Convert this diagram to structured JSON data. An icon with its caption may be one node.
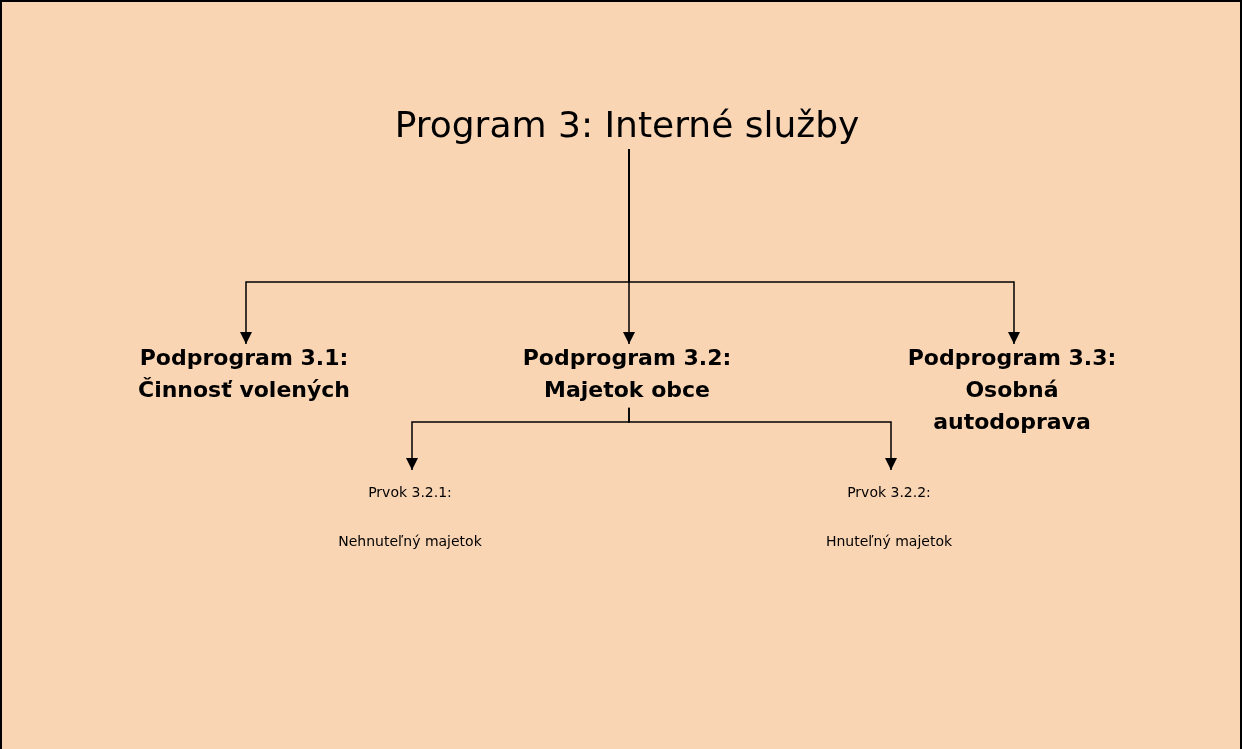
{
  "diagram": {
    "nodes": [
      {
        "text": [
          "Program 3: Interné služby"
        ]
      },
      {
        "text": [
          "Podprogram 3.1: Činnosť volených"
        ]
      },
      {
        "text": [
          "Podprogram 3.2: Majetok obce"
        ]
      },
      {
        "text": [
          "Podprogram 3.3: Osobná autodoprava"
        ]
      },
      {
        "text": [
          "Prvok 3.2.1: Nehnuteľný majetok"
        ]
      },
      {
        "text": [
          "Prvok 3.2.2: Hnuteľný majetok"
        ]
      }
    ],
    "edges": [
      {
        "from": 0,
        "to": 1,
        "arrow": "to"
      },
      {
        "from": 0,
        "to": 2,
        "arrow": "to"
      },
      {
        "from": 0,
        "to": 3,
        "arrow": "to"
      },
      {
        "from": 2,
        "to": 4,
        "arrow": "to"
      },
      {
        "from": 2,
        "to": 5,
        "arrow": "to"
      }
    ]
  }
}
